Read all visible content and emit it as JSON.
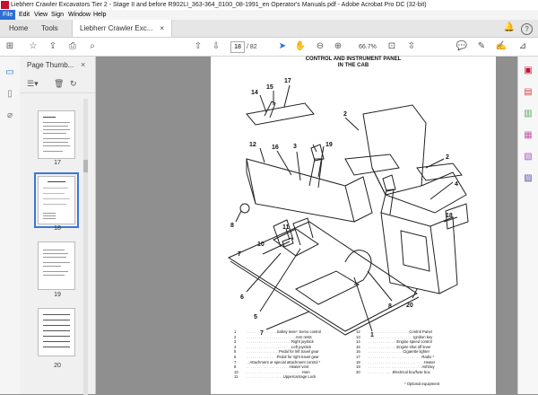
{
  "window": {
    "title": "Liebherr Crawler Excavators Tier 2 - Stage II and before  R902LI_363-364_0100_08-1991_en Operator's Manuals.pdf - Adobe Acrobat Pro DC (32-bit)"
  },
  "menu": [
    "File",
    "Edit",
    "View",
    "Sign",
    "Window",
    "Help"
  ],
  "tabs": {
    "home": "Home",
    "tools": "Tools",
    "document": "Liebherr Crawler Exc...",
    "close": "×"
  },
  "toolbar": {
    "page_current": "18",
    "page_total": "/ 82",
    "zoom": "66.7%"
  },
  "thumbnails_panel": {
    "title": "Page Thumb...",
    "close": "×",
    "labels": [
      "17",
      "18",
      "19",
      "20"
    ]
  },
  "document": {
    "heading_line1": "CONTROL AND INSTRUMENT PANEL",
    "heading_line2": "IN THE CAB",
    "callouts": [
      "14",
      "15",
      "17",
      "2",
      "12",
      "16",
      "3",
      "19",
      "2",
      "4",
      "8",
      "18",
      "11",
      "10",
      "7",
      "6",
      "5",
      "7",
      "20",
      "8",
      "1"
    ],
    "legend_left": [
      {
        "n": "1",
        "text": "Safety lever- Servo control"
      },
      {
        "n": "2",
        "text": "Arm rests"
      },
      {
        "n": "3",
        "text": "Right joystick"
      },
      {
        "n": "4",
        "text": "Left joystick"
      },
      {
        "n": "5",
        "text": "Pedal for left travel gear"
      },
      {
        "n": "6",
        "text": "Pedal for right travel gear"
      },
      {
        "n": "7",
        "text": "Attachment or special attachment control *"
      },
      {
        "n": "8",
        "text": "Heater vent"
      },
      {
        "n": "10",
        "text": "Horn"
      },
      {
        "n": "11",
        "text": "Uppercarriage Lock"
      }
    ],
    "legend_right": [
      {
        "n": "12",
        "text": "Control Panel"
      },
      {
        "n": "13",
        "text": "Ignition key"
      },
      {
        "n": "14",
        "text": "Engine speed control"
      },
      {
        "n": "15",
        "text": "Engine shut off lever"
      },
      {
        "n": "16",
        "text": "Cigarette lighter"
      },
      {
        "n": "17",
        "text": "Radio *"
      },
      {
        "n": "18",
        "text": "Heater"
      },
      {
        "n": "19",
        "text": "Ashtray"
      },
      {
        "n": "20",
        "text": "Electrical box/fuse box"
      }
    ],
    "note": "*  Optional equipment"
  },
  "colors": {
    "accent": "#1d6fd8",
    "menu_active": "#2b6fd4",
    "pdf_red": "#c8102e"
  }
}
